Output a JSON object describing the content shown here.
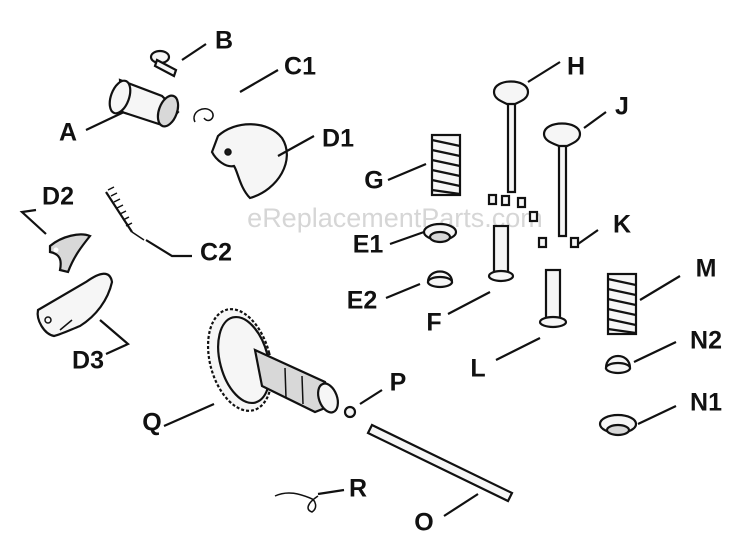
{
  "watermark": "eReplacementParts.com",
  "labels": {
    "A": "A",
    "B": "B",
    "C1": "C1",
    "C2": "C2",
    "D1": "D1",
    "D2": "D2",
    "D3": "D3",
    "E1": "E1",
    "E2": "E2",
    "F": "F",
    "G": "G",
    "H": "H",
    "J": "J",
    "K": "K",
    "L": "L",
    "M": "M",
    "N1": "N1",
    "N2": "N2",
    "O": "O",
    "P": "P",
    "Q": "Q",
    "R": "R"
  }
}
